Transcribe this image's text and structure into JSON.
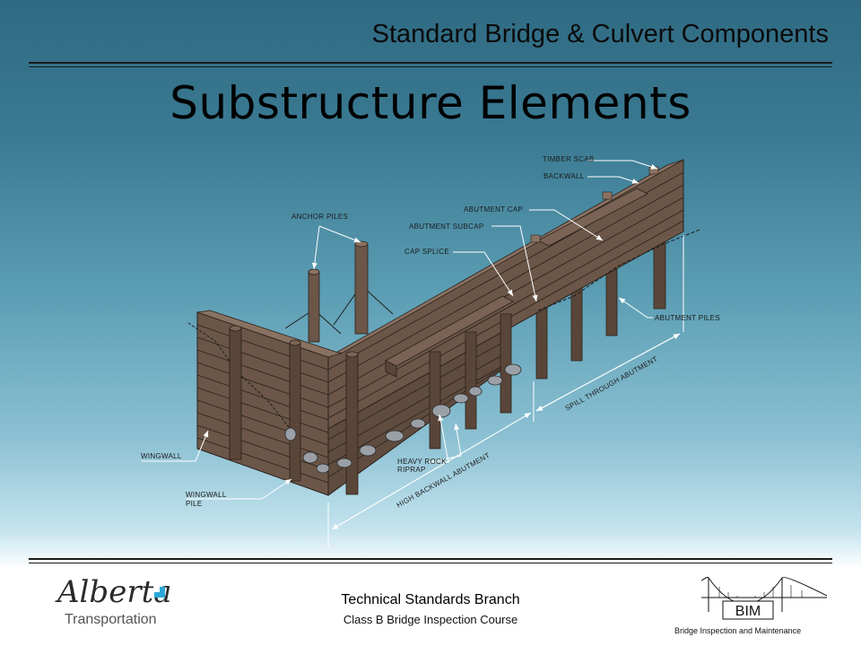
{
  "header": {
    "course_title": "Standard Bridge & Culvert Components"
  },
  "slide": {
    "title": "Substructure Elements"
  },
  "diagram": {
    "labels": {
      "timber_scab": "TIMBER SCAB",
      "backwall": "BACKWALL",
      "abutment_cap": "ABUTMENT CAP",
      "abutment_subcap": "ABUTMENT SUBCAP",
      "anchor_piles": "ANCHOR PILES",
      "cap_splice": "CAP SPLICE",
      "abutment_piles": "ABUTMENT PILES",
      "wingwall": "WINGWALL",
      "wingwall_pile_line1": "WINGWALL",
      "wingwall_pile_line2": "PILE",
      "heavy_rock_line1": "HEAVY ROCK",
      "heavy_rock_line2": "RIPRAP",
      "spill_through": "SPILL THROUGH ABUTMENT",
      "high_backwall": "HIGH BACKWALL ABUTMENT"
    },
    "colors": {
      "timber": "#6b5648",
      "timber_dark": "#4e3d33",
      "timber_light": "#8a7262",
      "rock": "#9aa0a6"
    }
  },
  "footer": {
    "organization": "Technical Standards Branch",
    "course": "Class B Bridge Inspection Course",
    "logo_text": "Alberta",
    "logo_subtext": "Transportation",
    "bim_text": "BIM",
    "bim_caption": "Bridge Inspection and Maintenance"
  }
}
